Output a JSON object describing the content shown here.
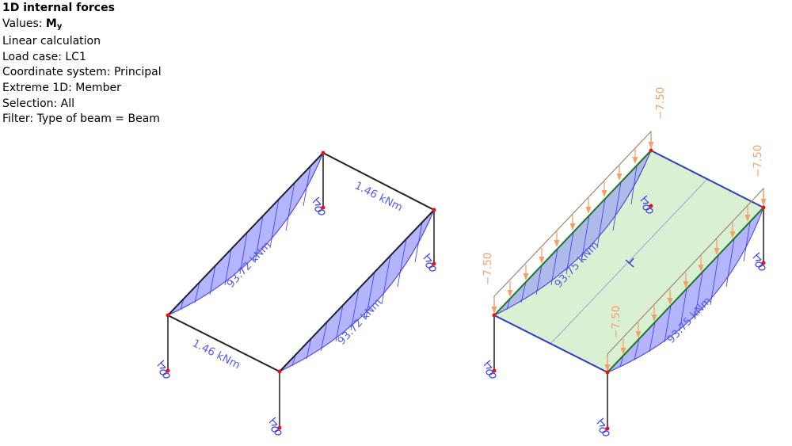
{
  "info": {
    "title": "1D internal forces",
    "values_label": "Values: ",
    "values_symbol": "M",
    "values_subscript": "y",
    "calculation": "Linear calculation",
    "load_case": "Load case: LC1",
    "coordinate_system": "Coordinate system: Principal",
    "extreme": "Extreme 1D: Member",
    "selection": "Selection: All",
    "filter": "Filter: Type of beam = Beam"
  },
  "colors": {
    "moment_fill": "#b4b4ff",
    "moment_line": "#3a3af0",
    "label_blue": "#5b5bef",
    "load_orange": "#f4a06a",
    "slab_fill": "#d9f0d3",
    "slab_edge": "#2d3fbf",
    "beam_green": "#1e7a1e",
    "node_red": "#ee1111",
    "column_gray": "#555555"
  },
  "left_model": {
    "labels": {
      "beam_back_left": "93.72 kNm",
      "beam_front_right": "93.72 kNm",
      "beam_top": "1.46 kNm",
      "beam_bottom": "1.46 kNm"
    }
  },
  "right_model": {
    "labels": {
      "beam_back_left": "93.75 kNm",
      "beam_front_right": "93.75 kNm",
      "load_1": "−7.50",
      "load_2": "−7.50",
      "load_3": "−7.50",
      "load_4": "−7.50"
    }
  }
}
